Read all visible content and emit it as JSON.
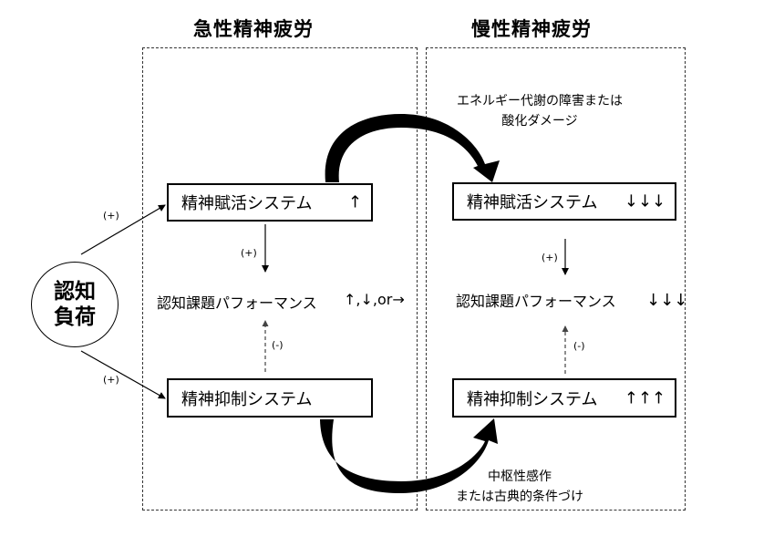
{
  "headers": {
    "acute": "急性精神疲労",
    "chronic": "慢性精神疲労"
  },
  "cognitive_load": {
    "line1": "認知",
    "line2": "負荷"
  },
  "plus_sign": "(+)",
  "minus_sign": "(-)",
  "acute": {
    "facilitation_label": "精神賦活システム",
    "facilitation_arrows": "↑",
    "performance_label": "認知課題パフォーマンス",
    "performance_arrows": "↑,↓,or→",
    "inhibition_label": "精神抑制システム"
  },
  "chronic": {
    "facilitation_label": "精神賦活システム",
    "facilitation_arrows": "↓↓↓",
    "performance_label": "認知課題パフォーマンス",
    "performance_arrows": "↓↓↓",
    "inhibition_label": "精神抑制システム",
    "inhibition_arrows": "↑↑↑"
  },
  "notes": {
    "energy_line1": "エネルギー代謝の障害または",
    "energy_line2": "酸化ダメージ",
    "sensitization_line1": "中枢性感作",
    "sensitization_line2": "または古典的条件づけ"
  }
}
